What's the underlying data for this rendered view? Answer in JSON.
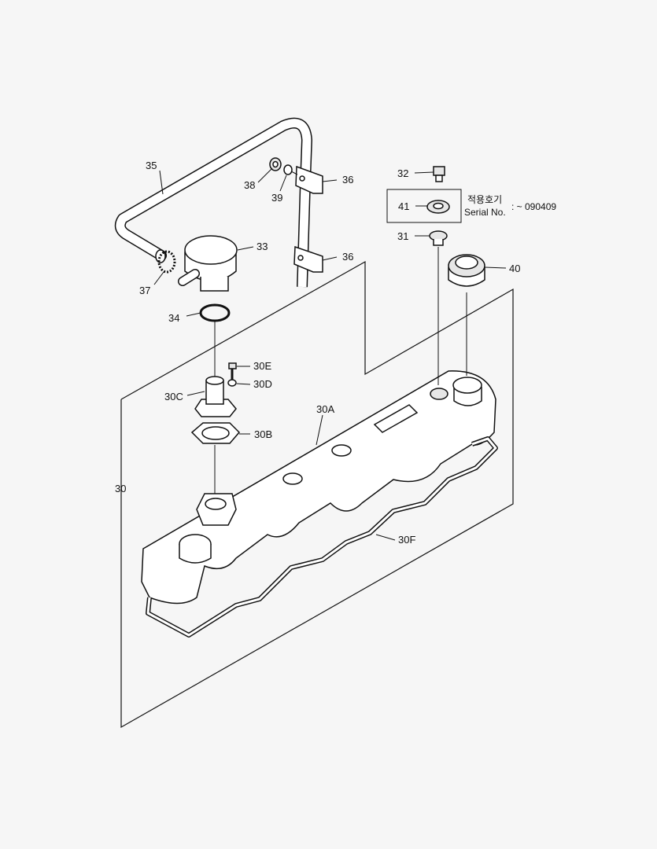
{
  "labels": {
    "p30": "30",
    "p30A": "30A",
    "p30B": "30B",
    "p30C": "30C",
    "p30D": "30D",
    "p30E": "30E",
    "p30F": "30F",
    "p31": "31",
    "p32": "32",
    "p33": "33",
    "p34": "34",
    "p35": "35",
    "p36a": "36",
    "p36b": "36",
    "p37": "37",
    "p38": "38",
    "p39": "39",
    "p40": "40",
    "p41": "41"
  },
  "note": {
    "korean": "적용호기",
    "serial_label": "Serial No.",
    "serial_value": ": ~ 090409"
  }
}
